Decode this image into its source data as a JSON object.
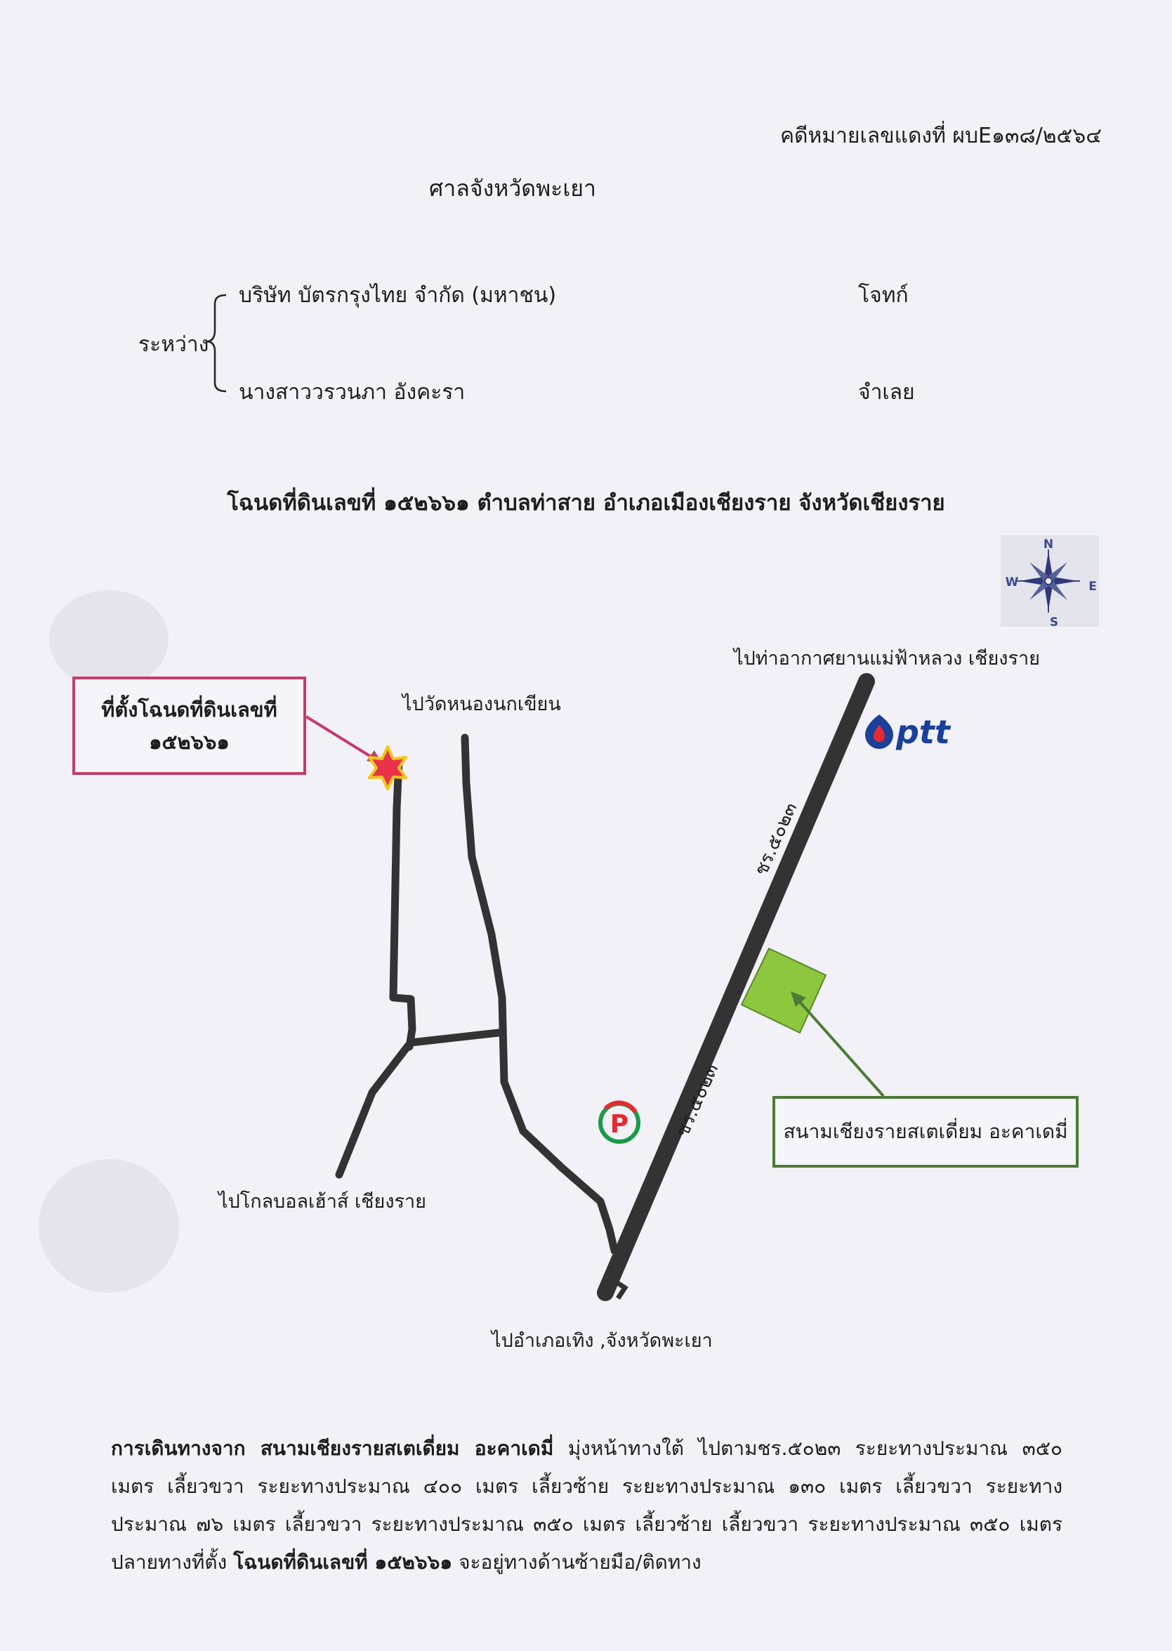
{
  "header": {
    "case_number": "คดีหมายเลขแดงที่ ผบE๑๓๘/๒๕๖๔",
    "court": "ศาลจังหวัดพะเยา"
  },
  "parties": {
    "between_label": "ระหว่าง",
    "plaintiff_name": "บริษัท บัตรกรุงไทย จำกัด (มหาชน)",
    "plaintiff_role": "โจทก์",
    "defendant_name": "นางสาววรวนภา  อังคะรา",
    "defendant_role": "จำเลย"
  },
  "deed_title": "โฉนดที่ดินเลขที่ ๑๕๒๖๖๑ ตำบลท่าสาย อำเภอเมืองเชียงราย จังหวัดเชียงราย",
  "map": {
    "compass": {
      "n": "N",
      "s": "S",
      "e": "E",
      "w": "W"
    },
    "label_airport": "ไปท่าอากาศยานแม่ฟ้าหลวง เชียงราย",
    "label_temple": "ไปวัดหนองนกเขียน",
    "label_golf": "ไปโกลบอลเฮ้าส์ เชียงราย",
    "label_thoeng": "ไปอำเภอเทิง ,จังหวัดพะเยา",
    "road_label_upper": "ชร.๕๐๒๓",
    "road_label_lower": "ชร.๕๐๒๓",
    "ptt_logo": "ptt",
    "pink_box_line1": "ที่ตั้งโฉนดที่ดินเลขที่",
    "pink_box_line2": "๑๕๒๖๖๑",
    "green_box": "สนามเชียงรายสเตเดี่ยม อะคาเดมี่",
    "colors": {
      "pink": "#c43c67",
      "green": "#4d7a36",
      "stadium": "#8dc63f",
      "road": "#333333",
      "star": "#e8334a",
      "star_outline": "#f5c518"
    }
  },
  "directions": {
    "part1_bold": "การเดินทางจาก สนามเชียงรายสเตเดี่ยม อะคาเดมี่",
    "part2": " มุ่งหน้าทางใต้ ไปตามชร.๕๐๒๓ ระยะทางประมาณ ๓๕๐ เมตร เลี้ยวขวา ระยะทางประมาณ ๔๐๐ เมตร เลี้ยวซ้าย ระยะทางประมาณ ๑๓๐ เมตร เลี้ยวขวา ระยะทางประมาณ ๗๖ เมตร เลี้ยวขวา ระยะทางประมาณ ๓๕๐ เมตร เลี้ยวซ้าย เลี้ยวขวา ระยะทางประมาณ ๓๕๐ เมตร ปลายทางที่ตั้ง ",
    "part3_bold": "โฉนดที่ดินเลขที่ ๑๕๒๖๖๑",
    "part4": " จะอยู่ทางด้านซ้ายมือ/ติดทาง"
  }
}
